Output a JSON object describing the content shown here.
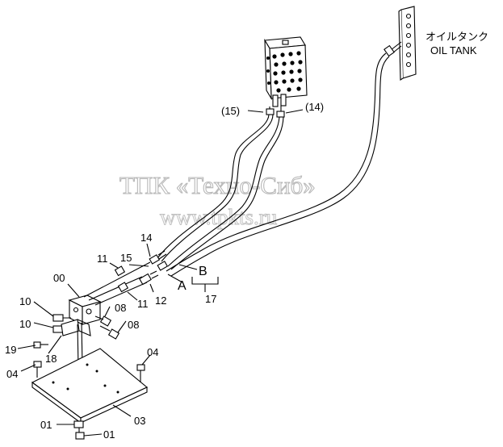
{
  "watermark": {
    "line1": "ТПК «Техно-Сиб»",
    "line2": "www.tpkts.ru"
  },
  "oil_tank": {
    "label_jp": "オイルタンク",
    "label_en": "OIL TANK"
  },
  "callouts": {
    "c15_top": "(15)",
    "c14_top": "(14)",
    "c14": "14",
    "c15": "15",
    "c11_upper": "11",
    "c11_lower": "11",
    "c12": "12",
    "cA": "A",
    "cB": "B",
    "c17": "17",
    "c00": "00",
    "c10_upper": "10",
    "c10_lower": "10",
    "c08_upper": "08",
    "c08_lower": "08",
    "c19": "19",
    "c18": "18",
    "c04_left": "04",
    "c04_right": "04",
    "c03": "03",
    "c01_upper": "01",
    "c01_lower": "01"
  }
}
